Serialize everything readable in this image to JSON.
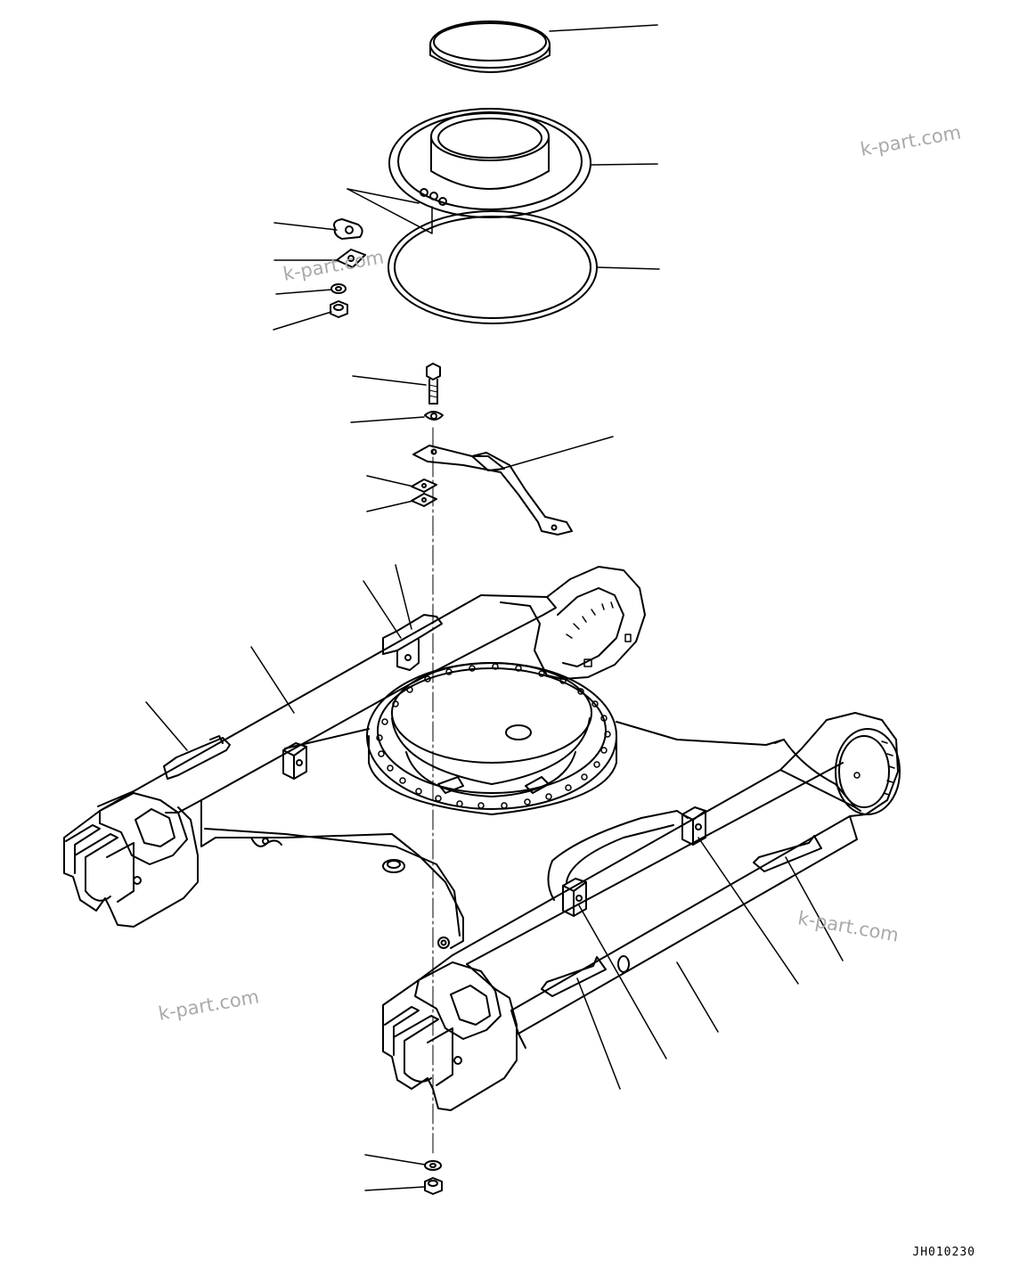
{
  "drawing": {
    "code": "JH010230",
    "line_color": "#000000",
    "background": "#ffffff"
  },
  "watermarks": [
    {
      "text": "k-part.com"
    },
    {
      "text": "k-part.com"
    },
    {
      "text": "k-part.com"
    },
    {
      "text": "k-part.com"
    }
  ],
  "watermark_color": "#a9a9a9"
}
